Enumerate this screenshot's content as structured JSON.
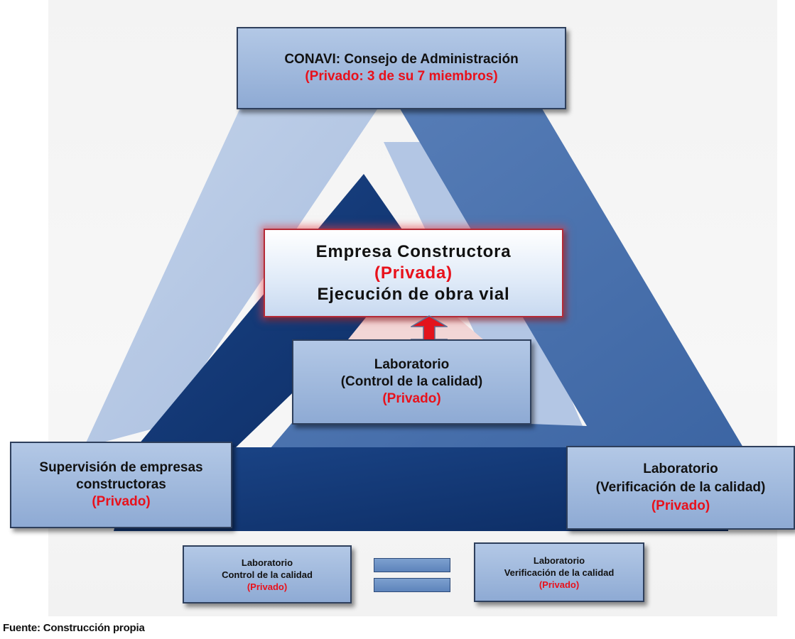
{
  "boxes": {
    "conavi": {
      "line1": "CONAVI: Consejo de Administración",
      "line2": "(Privado: 3 de su 7 miembros)"
    },
    "empresa": {
      "line1": "Empresa Constructora",
      "line2": "(Privada)",
      "line3": "Ejecución de obra vial"
    },
    "lab_control": {
      "line1": "Laboratorio",
      "line2": "(Control de la calidad)",
      "line3": "(Privado)"
    },
    "supervision": {
      "line1": "Supervisión de empresas",
      "line2": "constructoras",
      "line3": "(Privado)"
    },
    "lab_verificacion": {
      "line1": "Laboratorio",
      "line2": "(Verificación de la calidad)",
      "line3": "(Privado)"
    },
    "small_control": {
      "line1": "Laboratorio",
      "line2": "Control de la calidad",
      "line3": "(Privado)"
    },
    "small_verificacion": {
      "line1": "Laboratorio",
      "line2": "Verificación de la calidad",
      "line3": "(Privado)"
    }
  },
  "source": "Fuente: Construcción propia",
  "colors": {
    "box_fill": "#a3bbde",
    "box_border": "#2e3f5c",
    "red_text": "#e8111b",
    "triangle_light": "#b6c8e3",
    "triangle_mid": "#4870ab",
    "triangle_dark": "#0f3473"
  },
  "icons": {
    "arrow": "double-arrow-vertical-icon",
    "equals": "equals-sign-icon"
  }
}
